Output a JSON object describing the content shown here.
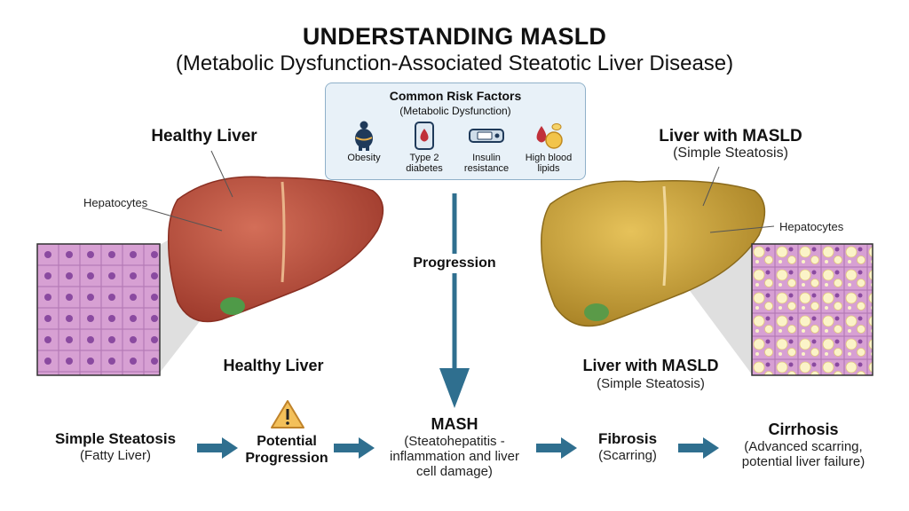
{
  "title": "UNDERSTANDING MASLD",
  "subtitle": "(Metabolic Dysfunction-Associated Steatotic Liver Disease)",
  "risk_factors": {
    "title": "Common Risk Factors",
    "subtitle": "(Metabolic Dysfunction)",
    "items": [
      {
        "label_line1": "Obesity",
        "label_line2": "",
        "icon": "obesity-icon"
      },
      {
        "label_line1": "Type 2",
        "label_line2": "diabetes",
        "icon": "blood-drop-icon"
      },
      {
        "label_line1": "Insulin",
        "label_line2": "resistance",
        "icon": "glucose-meter-icon"
      },
      {
        "label_line1": "High blood",
        "label_line2": "lipids",
        "icon": "lipids-icon"
      }
    ]
  },
  "healthy": {
    "heading": "Healthy Liver",
    "hepatocytes_label": "Hepatocytes",
    "caption": "Healthy Liver",
    "color": "#c55a45"
  },
  "masld": {
    "heading": "Liver with MASLD",
    "subheading": "(Simple Steatosis)",
    "hepatocytes_label": "Hepatocytes",
    "caption": "Liver with MASLD",
    "caption_sub": "(Simple Steatosis)",
    "color": "#d9b040"
  },
  "progression_label": "Progression",
  "stages": [
    {
      "label": "Simple Steatosis",
      "sub1": "(Fatty Liver)",
      "sub2": "",
      "sub3": ""
    },
    {
      "label": "Potential",
      "label2": "Progression",
      "warning": true
    },
    {
      "label": "MASH",
      "sub1": "(Steatohepatitis -",
      "sub2": "inflammation and liver",
      "sub3": "cell damage)"
    },
    {
      "label": "Fibrosis",
      "sub1": "(Scarring)",
      "sub2": "",
      "sub3": ""
    },
    {
      "label": "Cirrhosis",
      "sub1": "(Advanced scarring,",
      "sub2": "potential liver failure)",
      "sub3": ""
    }
  ],
  "colors": {
    "arrow": "#2f6f8f",
    "risk_box_bg": "#e8f1f8",
    "cell_healthy": "#d9a6d6",
    "nucleus": "#8a4aa0",
    "fat_droplet": "#fbf3c8"
  }
}
